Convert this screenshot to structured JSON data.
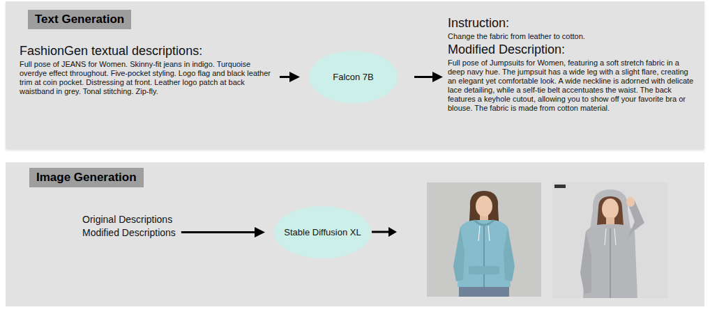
{
  "diagram": {
    "nodes": [
      {
        "text": [
          "Text Generation"
        ]
      },
      {
        "text": [
          "FashionGen textual descriptions:",
          "Full pose of JEANS for Women. Skinny-fit jeans in indigo. Turquoise overdye effect throughout. Five-pocket styling. Logo flag and black leather trim at coin pocket. Distressing at front. Leather logo patch at back waistband in grey. Tonal stitching. Zip-fly."
        ],
        "in": 0
      },
      {
        "text": [
          "Falcon 7B"
        ],
        "in": 0
      },
      {
        "text": [
          "Instruction:",
          "Change the fabric from leather to cotton.",
          "Modified Description:",
          "Full pose of Jumpsuits for Women, featuring a soft stretch fabric in a deep navy hue. The jumpsuit has a wide leg with a slight flare, creating an elegant yet comfortable look. A wide neckline is adorned with delicate lace detailing, while a self-tie belt accentuates the waist. The back features a keyhole cutout, allowing you to show off your favorite bra or blouse. The fabric is made from cotton material."
        ],
        "in": 0
      },
      {
        "text": [
          "Image Generation"
        ]
      },
      {
        "text": [
          "Original Descriptions",
          "Modified Descriptions"
        ],
        "in": 4
      },
      {
        "text": [
          "Stable Diffusion XL"
        ],
        "in": 4
      }
    ],
    "edges": [
      {
        "from": 1,
        "to": 2,
        "arrow": "to"
      },
      {
        "from": 2,
        "to": 3,
        "arrow": "to"
      },
      {
        "from": 5,
        "to": 6,
        "arrow": "to"
      }
    ]
  }
}
